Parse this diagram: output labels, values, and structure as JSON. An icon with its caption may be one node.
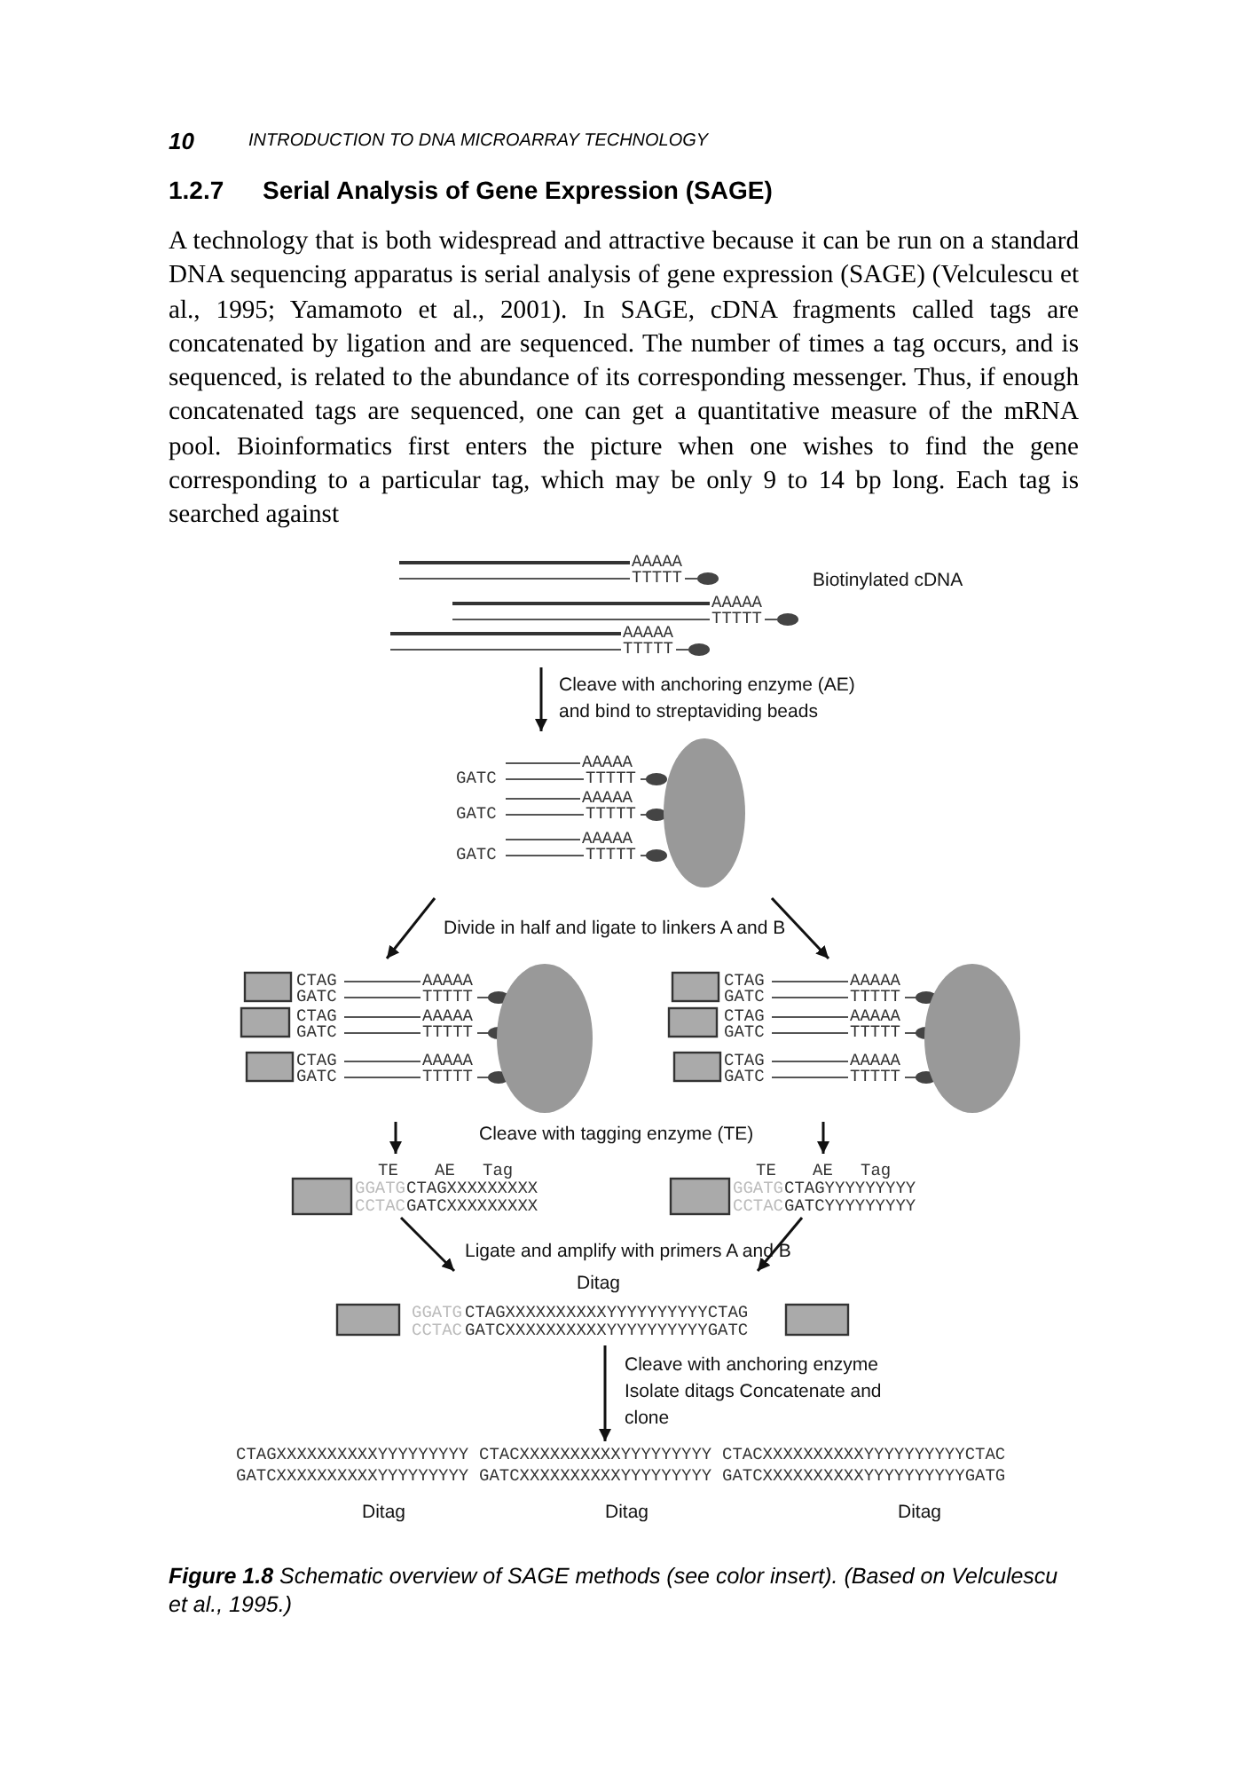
{
  "diagram": {
    "title": "Serial Analysis of Gene Expression (SAGE)",
    "caption": "**Figure 1.8** Schematic overview of SAGE methods (see color insert). (Based on Velculescu et al., 1995.)",
    "nodes": [
      {
        "text": [
          "AAAAA",
          "TTTTT",
          "AAAAA",
          "TTTTT",
          "AAAAA",
          "TTTTT"
        ],
        "beside": [
          "Biotinylated cDNA"
        ]
      },
      {
        "text": [
          "AAAAA",
          "GATC",
          "TTTTT",
          "AAAAA",
          "GATC",
          "TTTTT",
          "AAAAA",
          "GATC",
          "TTTTT"
        ]
      },
      {
        "text": [
          "CTAG",
          "AAAAA",
          "GATC",
          "TTTTT",
          "CTAG",
          "AAAAA",
          "GATC",
          "TTTTT",
          "CTAG",
          "AAAAA",
          "GATC",
          "TTTTT"
        ]
      },
      {
        "text": [
          "CTAG",
          "AAAAA",
          "GATC",
          "TTTTT",
          "CTAG",
          "AAAAA",
          "GATC",
          "TTTTT",
          "CTAG",
          "AAAAA",
          "GATC",
          "TTTTT"
        ]
      },
      {
        "text": [
          "GGATG",
          "CTAGXXXXXXXXX",
          "CCTAC",
          "GATCXXXXXXXXX"
        ]
      },
      {
        "text": [
          "GGATG",
          "CTAGYYYYYYYYY",
          "CCTAC",
          "GATCYYYYYYYYY"
        ]
      },
      {
        "text": [
          "Ditag",
          "GGATG",
          "CTAGXXXXXXXXXXYYYYYYYYYYCTAG",
          "CCTAC",
          "GATCXXXXXXXXXXYYYYYYYYYYGATC"
        ]
      },
      {
        "text": [
          "CTAGXXXXXXXXXXYYYYYYYYY",
          "CTACXXXXXXXXXXYYYYYYYYY",
          "CTACXXXXXXXXXXYYYYYYYYYYCTAC",
          "GATCXXXXXXXXXXYYYYYYYYY",
          "GATCXXXXXXXXXXYYYYYYYYY",
          "GATCXXXXXXXXXXYYYYYYYYYYGATG",
          "Ditag",
          "Ditag",
          "Ditag"
        ]
      }
    ],
    "edges": [
      {
        "from": 0,
        "to": 1,
        "arrow": "to",
        "label": "Cleave with anchoring enzyme (AE) and bind to streptaviding beads"
      },
      {
        "from": 1,
        "to": 2,
        "arrow": "to",
        "label": "Divide in half and ligate to linkers A and B"
      },
      {
        "from": 1,
        "to": 3,
        "arrow": "to"
      },
      {
        "from": 2,
        "to": 4,
        "arrow": "to",
        "label": "Cleave with tagging enzyme (TE)"
      },
      {
        "from": 3,
        "to": 5,
        "arrow": "to"
      },
      {
        "from": 4,
        "to": 6,
        "arrow": "to",
        "label": "Ligate and amplify with primers A and B"
      },
      {
        "from": 5,
        "to": 6,
        "arrow": "to"
      },
      {
        "from": 6,
        "to": 7,
        "arrow": "to",
        "label": "Cleave with anchoring enzyme Isolate ditags Concatenate and clone"
      }
    ],
    "labels": [
      "10",
      "INTRODUCTION TO DNA MICROARRAY TECHNOLOGY",
      "1.2.7",
      "A technology that is both widespread and attractive because it can be run on a standard DNA sequencing apparatus is serial analysis of gene expression (SAGE) (Velculescu et al., 1995; Yamamoto et al., 2001). In SAGE, cDNA fragments called tags are concatenated by ligation and are sequenced. The number of times a tag occurs, and is sequenced, is related to the abundance of its corresponding messenger. Thus, if enough concatenated tags are sequenced, one can get a quantitative measure of the mRNA pool. Bioinformatics first enters the picture when one wishes to find the gene corresponding to a particular tag, which may be only 9 to 14 bp long. Each tag is searched against",
      "TE",
      "AE",
      "Tag",
      "TE",
      "AE",
      "Tag"
    ]
  }
}
